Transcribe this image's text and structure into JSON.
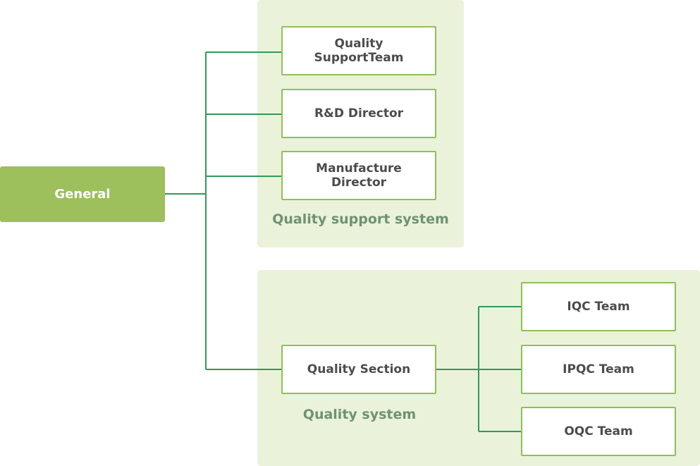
{
  "diagram": {
    "root": {
      "label": "General"
    },
    "support_system": {
      "title": "Quality support system",
      "nodes": [
        {
          "label": "Quality SupportTeam",
          "lines": [
            "Quality",
            "SupportTeam"
          ]
        },
        {
          "label": "R&D Director",
          "lines": [
            "R&D Director"
          ]
        },
        {
          "label": "Manufacture Director",
          "lines": [
            "Manufacture",
            "Director"
          ]
        }
      ]
    },
    "quality_system": {
      "title": "Quality system",
      "section": {
        "label": "Quality Section"
      },
      "teams": [
        {
          "label": "IQC Team"
        },
        {
          "label": "IPQC Team"
        },
        {
          "label": "OQC Team"
        }
      ]
    },
    "colors": {
      "connector": "#2e9a5a",
      "node_border": "#8dc157",
      "root_fill": "#9dbf5c",
      "panel_fill": "#eaf2da",
      "panel_title": "#6e9272"
    }
  }
}
